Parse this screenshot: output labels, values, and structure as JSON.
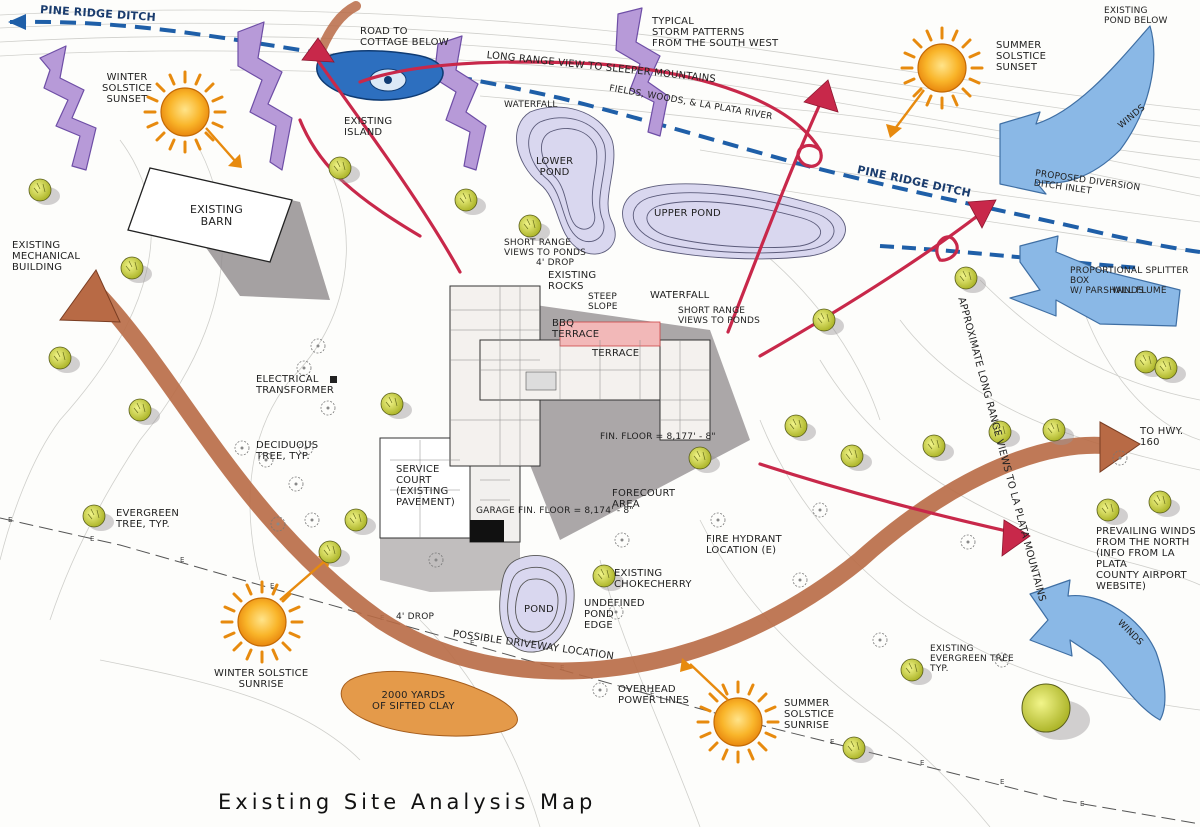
{
  "title": "Existing Site Analysis Map",
  "labels": {
    "pine_ridge_ditch_top": "Pine Ridge Ditch",
    "pine_ridge_ditch_mid": "Pine Ridge Ditch",
    "road_to_cottage": "Road to\nCottage Below",
    "typical_storm": "Typical\nStorm Patterns\nfrom the South West",
    "long_range_view": "Long Range View to Sleeper Mountains",
    "fields_woods": "Fields, Woods, & La Plata River",
    "existing_island": "Existing\nIsland",
    "waterfall_top": "Waterfall",
    "lower_pond": "Lower\nPond",
    "upper_pond": "Upper Pond",
    "winter_sunset": "Winter\nSolstice\nSunset",
    "summer_sunset": "Summer\nSolstice\nSunset",
    "existing_pond_below": "Existing\nPond Below",
    "winds_1": "Winds",
    "winds_2": "Winds",
    "winds_3": "Winds",
    "proposed_diversion": "Proposed Diversion\nDitch Inlet",
    "proportional_splitter": "Proportional Splitter Box\nw/ Parshall Flume",
    "existing_barn": "Existing\nBarn",
    "existing_mech": "Existing\nMechanical\nBuilding",
    "short_range_views": "Short Range\nViews to Ponds",
    "existing_rocks": "Existing\nRocks",
    "drop_4_top": "4' Drop",
    "bbq_terrace": "BBQ\nTerrace",
    "steep_slope": "Steep\nSlope",
    "waterfall_mid": "Waterfall",
    "short_range_views_2": "Short Range\nViews to Ponds",
    "terrace": "Terrace",
    "approx_long_range": "Approximate Long Range Views to La Plata Mountains",
    "electrical_transformer": "Electrical\nTransformer",
    "deciduous_tree": "Deciduous\nTree, Typ.",
    "evergreen_tree": "Evergreen\nTree, Typ.",
    "service_court": "Service\nCourt\n(Existing\nPavement)",
    "fin_floor": "Fin. Floor = 8,177' - 8\"",
    "garage_fin_floor": "Garage Fin. Floor = 8,174' - 8\"",
    "forecourt_area": "Forecourt\nArea",
    "fire_hydrant": "Fire Hydrant\nLocation (E)",
    "existing_chokecherry": "Existing\nChokecherry",
    "pond": "Pond",
    "undefined_pond_edge": "Undefined\nPond\nEdge",
    "drop_4_bottom": "4' Drop",
    "possible_driveway": "Possible Driveway Location",
    "to_hwy_160": "To Hwy. 160",
    "prevailing_winds": "Prevailing Winds\nfrom the North\n(Info from La Plata\nCounty Airport\nWebsite)",
    "existing_evergreen_typ": "Existing\nEvergreen Tree\nTyp.",
    "winter_sunrise": "Winter Solstice\nSunrise",
    "clay_pile": "2000 Yards\nof Sifted Clay",
    "overhead_power": "Overhead\nPower Lines",
    "summer_sunrise": "Summer\nSolstice\nSunrise"
  },
  "colors": {
    "paper": "#fdfdfb",
    "contour": "#c9c9c6",
    "driveway": "#b86a45",
    "view_arrow": "#c8284a",
    "ditch": "#1f5fa8",
    "wind": "#8ab8e6",
    "storm": "#b79ad8",
    "sun": "#f6a21a",
    "tree": "#d7dd3c",
    "clay": "#e49a4a",
    "shadow": "#8f8a8c",
    "terrace": "#f2b8b8"
  }
}
